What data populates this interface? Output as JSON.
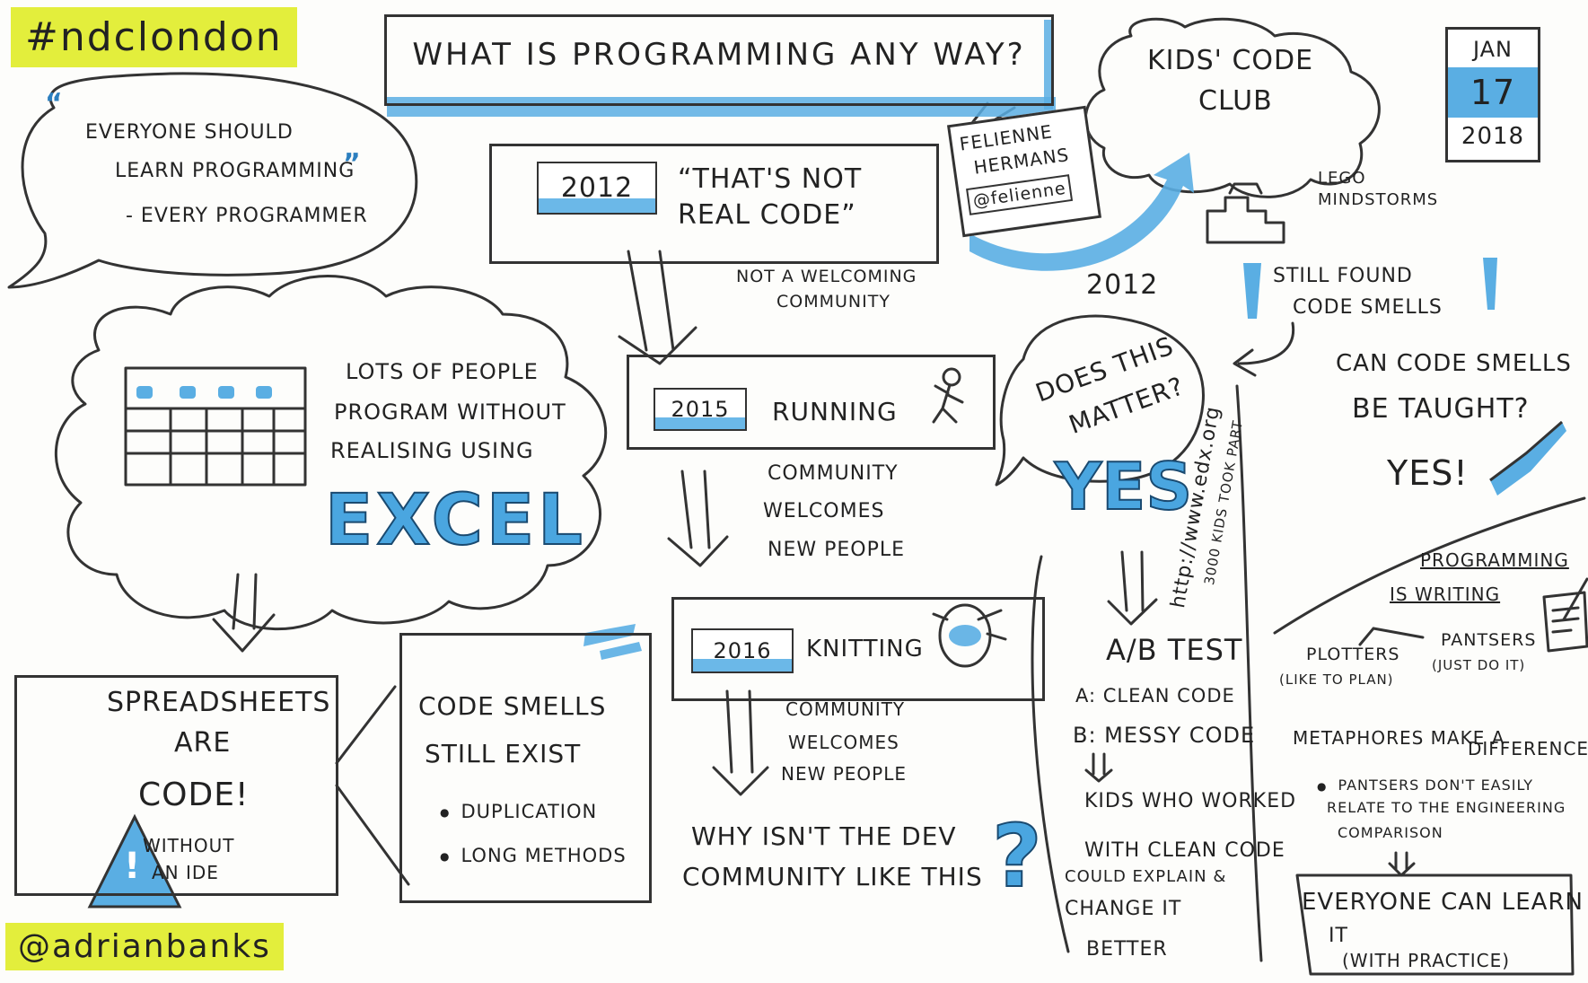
{
  "hashtag": "#ndclondon",
  "title": "WHAT IS PROGRAMMING ANY WAY?",
  "author_handle": "@adrianbanks",
  "date": {
    "month": "JAN",
    "day": "17",
    "year": "2018"
  },
  "speaker": {
    "name_line1": "FELIENNE",
    "name_line2": "HERMANS",
    "handle": "@felienne"
  },
  "quote": {
    "open_mark": "“",
    "line1": "EVERYONE SHOULD",
    "line2": "LEARN PROGRAMMING",
    "close_mark": "”",
    "attribution": "- EVERY PROGRAMMER"
  },
  "excel_cloud": {
    "line1": "LOTS OF PEOPLE",
    "line2": "PROGRAM WITHOUT",
    "line3": "REALISING USING",
    "excel": "EXCEL"
  },
  "spreadsheets": {
    "line1": "SPREADSHEETS",
    "line2": "ARE",
    "line3": "CODE!",
    "warning_line1": "WITHOUT",
    "warning_line2": "AN IDE"
  },
  "code_smells": {
    "line1": "CODE SMELLS",
    "line2": "STILL EXIST",
    "bullets": [
      "DUPLICATION",
      "LONG METHODS"
    ]
  },
  "timeline": {
    "y2012": {
      "year": "2012",
      "quote": "“THAT'S NOT REAL CODE”",
      "note_line1": "NOT A WELCOMING",
      "note_line2": "COMMUNITY"
    },
    "y2015": {
      "year": "2015",
      "label": "RUNNING",
      "note_line1": "COMMUNITY",
      "note_line2": "WELCOMES",
      "note_line3": "NEW PEOPLE"
    },
    "y2016": {
      "year": "2016",
      "label": "KNITTING",
      "note_line1": "COMMUNITY",
      "note_line2": "WELCOMES",
      "note_line3": "NEW PEOPLE"
    },
    "question_line1": "WHY ISN'T THE DEV",
    "question_line2": "COMMUNITY LIKE THIS",
    "question_mark": "?"
  },
  "kids_club": {
    "title_line1": "KIDS' CODE",
    "title_line2": "CLUB",
    "lego_line1": "LEGO",
    "lego_line2": "MINDSTORMS",
    "smells_line1": "STILL FOUND",
    "smells_line2": "CODE SMELLS",
    "exclaim": "!"
  },
  "matter": {
    "year": "2012",
    "question_line1": "DOES THIS",
    "question_line2": "MATTER?",
    "answer": "YES"
  },
  "ab_test": {
    "title": "A/B TEST",
    "a": "A: CLEAN CODE",
    "b": "B: MESSY CODE",
    "result_line1": "KIDS WHO WORKED",
    "result_line2": "WITH CLEAN CODE",
    "result_line3": "COULD EXPLAIN &",
    "result_line4": "CHANGE IT",
    "result_line5": "BETTER"
  },
  "edx": {
    "url": "http://www.edx.org",
    "note": "3000 KIDS TOOK PART"
  },
  "taught": {
    "line1": "CAN CODE SMELLS",
    "line2": "BE TAUGHT?",
    "answer": "YES!",
    "check": "✔"
  },
  "writing": {
    "line1": "PROGRAMMING",
    "line2": "IS WRITING",
    "plotters": "PLOTTERS",
    "plotters_note": "(LIKE TO PLAN)",
    "pantsers": "PANTSERS",
    "pantsers_note": "(JUST DO IT)"
  },
  "metaphores": {
    "line1": "METAPHORES MAKE A",
    "line2": "DIFFERENCE",
    "bullet_line1": "PANTSERS DON'T EASILY",
    "bullet_line2": "RELATE TO THE ENGINEERING",
    "bullet_line3": "COMPARISON"
  },
  "everyone": {
    "line1": "EVERYONE CAN LEARN",
    "line2": "IT",
    "line3": "(WITH PRACTICE)"
  }
}
